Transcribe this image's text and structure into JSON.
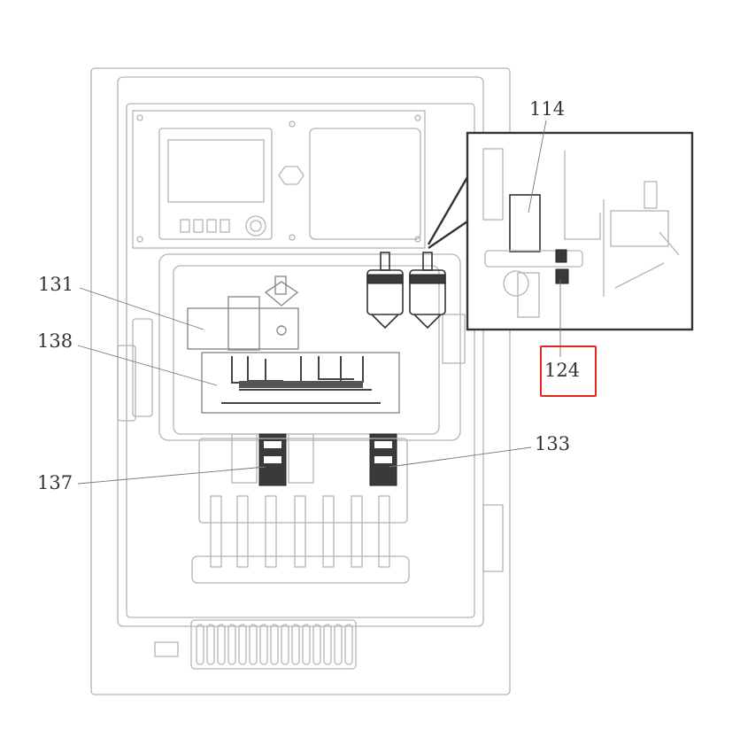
{
  "callouts": {
    "c114": "114",
    "c131": "131",
    "c138": "138",
    "c124": "124",
    "c133": "133",
    "c137": "137"
  },
  "highlight": {
    "target": "124",
    "color": "#e3261e"
  }
}
